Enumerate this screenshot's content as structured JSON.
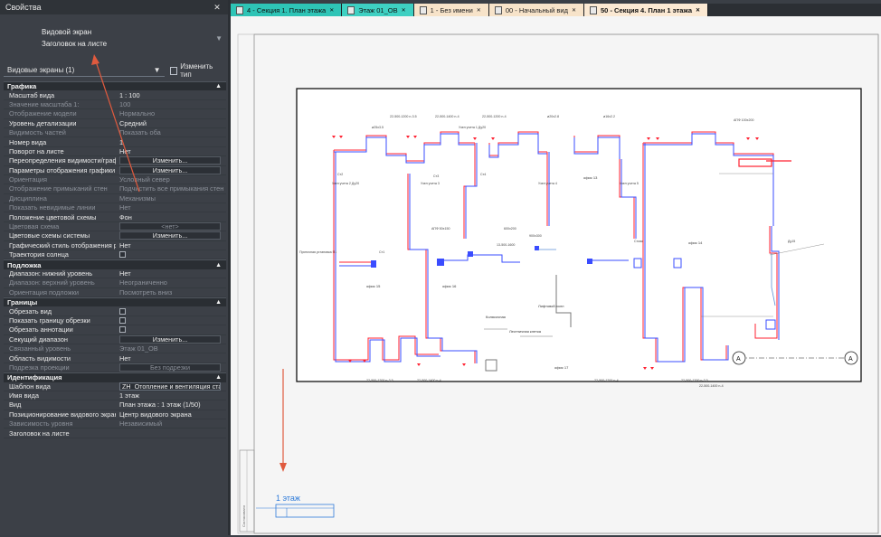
{
  "panel": {
    "title": "Свойства",
    "type_line1": "Видовой экран",
    "type_line2": "Заголовок на листе",
    "type_selector": "Видовые экраны (1)",
    "edit_type_label": "Изменить тип"
  },
  "sections": [
    {
      "title": "Графика",
      "toggle": "▲",
      "rows": [
        {
          "label": "Масштаб вида",
          "value": "1 : 100",
          "kind": "text"
        },
        {
          "label": "Значение масштаба 1:",
          "value": "100",
          "kind": "text",
          "dim": true
        },
        {
          "label": "Отображение модели",
          "value": "Нормально",
          "kind": "text",
          "dim": true
        },
        {
          "label": "Уровень детализации",
          "value": "Средний",
          "kind": "text"
        },
        {
          "label": "Видимость частей",
          "value": "Показать оба",
          "kind": "text",
          "dim": true
        },
        {
          "label": "Номер вида",
          "value": "1",
          "kind": "text"
        },
        {
          "label": "Поворот на листе",
          "value": "Нет",
          "kind": "text"
        },
        {
          "label": "Переопределения видимости/графики",
          "value": "Изменить...",
          "kind": "button"
        },
        {
          "label": "Параметры отображения графики",
          "value": "Изменить...",
          "kind": "button"
        },
        {
          "label": "Ориентация",
          "value": "Условный север",
          "kind": "text",
          "dim": true
        },
        {
          "label": "Отображение примыканий стен",
          "value": "Подчистить все примыкания стен",
          "kind": "text",
          "dim": true
        },
        {
          "label": "Дисциплина",
          "value": "Механизмы",
          "kind": "text",
          "dim": true
        },
        {
          "label": "Показать невидимые линии",
          "value": "Нет",
          "kind": "text",
          "dim": true
        },
        {
          "label": "Положение цветовой схемы",
          "value": "Фон",
          "kind": "text"
        },
        {
          "label": "Цветовая схема",
          "value": "<нет>",
          "kind": "button",
          "dim": true
        },
        {
          "label": "Цветовые схемы системы",
          "value": "Изменить...",
          "kind": "button"
        },
        {
          "label": "Графический стиль отображения рас...",
          "value": "Нет",
          "kind": "text"
        },
        {
          "label": "Траектория солнца",
          "value": "",
          "kind": "check"
        }
      ]
    },
    {
      "title": "Подложка",
      "toggle": "▲",
      "rows": [
        {
          "label": "Диапазон: нижний уровень",
          "value": "Нет",
          "kind": "text"
        },
        {
          "label": "Диапазон: верхний уровень",
          "value": "Неограниченно",
          "kind": "text",
          "dim": true
        },
        {
          "label": "Ориентация подложки",
          "value": "Посмотреть вниз",
          "kind": "text",
          "dim": true
        }
      ]
    },
    {
      "title": "Границы",
      "toggle": "▲",
      "rows": [
        {
          "label": "Обрезать вид",
          "value": "",
          "kind": "check"
        },
        {
          "label": "Показать границу обрезки",
          "value": "",
          "kind": "check"
        },
        {
          "label": "Обрезать аннотации",
          "value": "",
          "kind": "check"
        },
        {
          "label": "Секущий диапазон",
          "value": "Изменить...",
          "kind": "button"
        },
        {
          "label": "Связанный уровень",
          "value": "Этаж 01_OB",
          "kind": "text",
          "dim": true
        },
        {
          "label": "Область видимости",
          "value": "Нет",
          "kind": "text"
        },
        {
          "label": "Подрезка проекции",
          "value": "Без подрезки",
          "kind": "button",
          "dim": true
        }
      ]
    },
    {
      "title": "Идентификация",
      "toggle": "▲",
      "rows": [
        {
          "label": "Шаблон вида",
          "value": "ZH_Отопление и вентиляция стадия Р",
          "kind": "input"
        },
        {
          "label": "Имя вида",
          "value": "1 этаж",
          "kind": "text"
        },
        {
          "label": "Вид",
          "value": "План этажа : 1 этаж (1/50)",
          "kind": "text"
        },
        {
          "label": "Позиционирование видового экрана",
          "value": "Центр видового экрана",
          "kind": "text"
        },
        {
          "label": "Зависимость уровня",
          "value": "Независимый",
          "kind": "text",
          "dim": true
        },
        {
          "label": "Заголовок на листе",
          "value": "",
          "kind": "text"
        }
      ]
    }
  ],
  "tabs": [
    {
      "label": "4 - Секция 1. План этажа",
      "bg": "#2ec4b6",
      "fg": "#111111"
    },
    {
      "label": "Этаж 01_OB",
      "bg": "#3ed0c2",
      "fg": "#111111"
    },
    {
      "label": "1 - Без имени",
      "bg": "#f7e3c9",
      "fg": "#222222"
    },
    {
      "label": "00 - Начальный вид",
      "bg": "#f7e3c9",
      "fg": "#222222"
    },
    {
      "label": "50 - Секция 4. План 1 этажа",
      "bg": "#fbe9d3",
      "fg": "#111111",
      "bold": true
    }
  ],
  "drawing": {
    "viewport_title": "1 этаж",
    "title_block_text": "Согласовано",
    "axis_a": "А",
    "rooms": [
      "офис 13",
      "офис 14",
      "офис 15",
      "офис 16",
      "офис 17",
      "Лестничная клетка",
      "Лифтовой холл",
      "Колясочная"
    ],
    "annotations": [
      "22-500-1200 n-3.5",
      "22-500-1400 n-4",
      "22-500-1200 n-4",
      "ø20x2.8",
      "ø16x2.2",
      "ø25x3.5",
      "Узел учета 1 Ду20",
      "Узел учета 2 Ду20",
      "Узел учета 3",
      "Узел учета 4",
      "Узел учета 5",
      "Приточная установка П1",
      "Ст1",
      "Ст2",
      "Ст3",
      "Ст4",
      "АПФ 100x200",
      "АПФ 50x150",
      "600x200",
      "900x300",
      "Стояк",
      "13-500-1600",
      "Ду15"
    ]
  },
  "colors": {
    "panel_bg": "#3c4047",
    "section_bg": "#2a2e33",
    "pipe_red": "#ff2030",
    "pipe_blue": "#3a4cff",
    "arrow": "#e05a3e",
    "viewport_title": "#2f7bd9"
  }
}
